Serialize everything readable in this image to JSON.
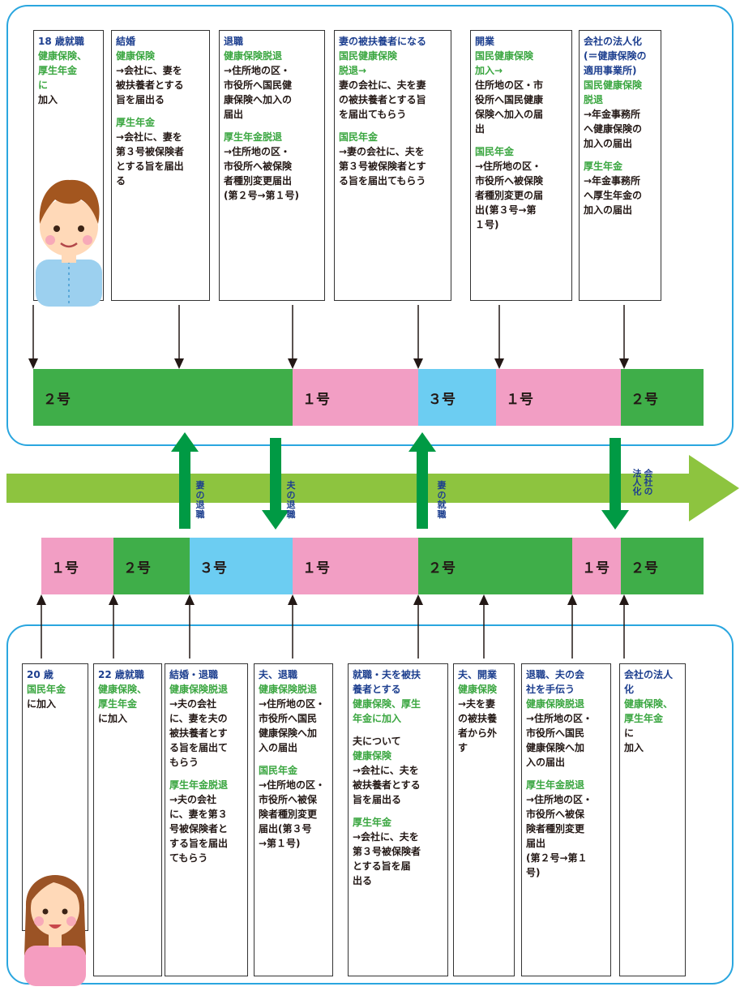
{
  "colors": {
    "go2": "#3fae49",
    "go1": "#f29ec4",
    "go3": "#6ccdf2",
    "band": "#8dc43f",
    "green_arrow": "#009a44",
    "panel_border": "#2aa6df",
    "title_blue": "#1d3f8f",
    "insurance_green": "#3aa640"
  },
  "husband": {
    "cards": [
      [
        {
          "s": "t",
          "v": "18 歳就職"
        },
        {
          "s": "g",
          "v": "健康保険、\n厚生年金\nに"
        },
        {
          "s": "n",
          "v": "加入"
        }
      ],
      [
        {
          "s": "t",
          "v": "結婚"
        },
        {
          "s": "g",
          "v": "健康保険"
        },
        {
          "s": "n",
          "v": "→会社に、妻を\n被扶養者とする\n旨を届出る"
        },
        {
          "s": "gap",
          "v": ""
        },
        {
          "s": "g",
          "v": "厚生年金"
        },
        {
          "s": "n",
          "v": "→会社に、妻を\n第３号被保険者\nとする旨を届出\nる"
        }
      ],
      [
        {
          "s": "t",
          "v": "退職"
        },
        {
          "s": "g",
          "v": "健康保険脱退"
        },
        {
          "s": "n",
          "v": "→住所地の区・\n市役所へ国民健\n康保険へ加入の\n届出"
        },
        {
          "s": "gap",
          "v": ""
        },
        {
          "s": "g",
          "v": "厚生年金脱退"
        },
        {
          "s": "n",
          "v": "→住所地の区・\n市役所へ被保険\n者種別変更届出\n(第２号→第１号)"
        }
      ],
      [
        {
          "s": "t",
          "v": "妻の被扶養者になる"
        },
        {
          "s": "g",
          "v": "国民健康保険\n脱退→"
        },
        {
          "s": "n",
          "v": "妻の会社に、夫を妻\nの被扶養者とする旨\nを届出てもらう"
        },
        {
          "s": "gap",
          "v": ""
        },
        {
          "s": "g",
          "v": "国民年金"
        },
        {
          "s": "n",
          "v": "→妻の会社に、夫を\n第３号被保険者とす\nる旨を届出てもらう"
        }
      ],
      [
        {
          "s": "t",
          "v": "開業"
        },
        {
          "s": "g",
          "v": "国民健康保険\n加入→"
        },
        {
          "s": "n",
          "v": "住所地の区・市\n役所へ国民健康\n保険へ加入の届\n出"
        },
        {
          "s": "gap",
          "v": ""
        },
        {
          "s": "g",
          "v": "国民年金"
        },
        {
          "s": "n",
          "v": "→住所地の区・\n市役所へ被保険\n者種別変更の届\n出(第３号→第\n１号)"
        }
      ],
      [
        {
          "s": "t",
          "v": "会社の法人化\n(＝健康保険の\n適用事業所)"
        },
        {
          "s": "g",
          "v": "国民健康保険\n脱退"
        },
        {
          "s": "n",
          "v": "→年金事務所\nへ健康保険の\n加入の届出"
        },
        {
          "s": "gap",
          "v": ""
        },
        {
          "s": "g",
          "v": "厚生年金"
        },
        {
          "s": "n",
          "v": "→年金事務所\nへ厚生年金の\n加入の届出"
        }
      ]
    ],
    "segments": [
      {
        "label": "２号",
        "type": "go2"
      },
      {
        "label": "１号",
        "type": "go1"
      },
      {
        "label": "３号",
        "type": "go3"
      },
      {
        "label": "１号",
        "type": "go1"
      },
      {
        "label": "２号",
        "type": "go2"
      }
    ]
  },
  "wife": {
    "cards": [
      [
        {
          "s": "t",
          "v": "20 歳"
        },
        {
          "s": "g",
          "v": "国民年金"
        },
        {
          "s": "n",
          "v": "に加入"
        }
      ],
      [
        {
          "s": "t",
          "v": "22 歳就職"
        },
        {
          "s": "g",
          "v": "健康保険、\n厚生年金"
        },
        {
          "s": "n",
          "v": "に加入"
        }
      ],
      [
        {
          "s": "t",
          "v": "結婚・退職"
        },
        {
          "s": "g",
          "v": "健康保険脱退"
        },
        {
          "s": "n",
          "v": "→夫の会社\nに、妻を夫の\n被扶養者とす\nる旨を届出て\nもらう"
        },
        {
          "s": "gap",
          "v": ""
        },
        {
          "s": "g",
          "v": "厚生年金脱退"
        },
        {
          "s": "n",
          "v": "→夫の会社\nに、妻を第３\n号被保険者と\nする旨を届出\nてもらう"
        }
      ],
      [
        {
          "s": "t",
          "v": "夫、退職"
        },
        {
          "s": "g",
          "v": "健康保険脱退"
        },
        {
          "s": "n",
          "v": "→住所地の区・\n市役所へ国民\n健康保険へ加\n入の届出"
        },
        {
          "s": "gap",
          "v": ""
        },
        {
          "s": "g",
          "v": "国民年金"
        },
        {
          "s": "n",
          "v": "→住所地の区・\n市役所へ被保\n険者種別変更\n届出(第３号\n→第１号)"
        }
      ],
      [
        {
          "s": "t",
          "v": "就職・夫を被扶\n養者とする"
        },
        {
          "s": "g",
          "v": "健康保険、厚生\n年金に加入"
        },
        {
          "s": "gap",
          "v": ""
        },
        {
          "s": "n",
          "v": "夫について"
        },
        {
          "s": "g",
          "v": "健康保険"
        },
        {
          "s": "n",
          "v": "→会社に、夫を\n被扶養者とする\n旨を届出る"
        },
        {
          "s": "gap",
          "v": ""
        },
        {
          "s": "g",
          "v": "厚生年金"
        },
        {
          "s": "n",
          "v": "→会社に、夫を\n第３号被保険者\nとする旨を届\n出る"
        }
      ],
      [
        {
          "s": "t",
          "v": "夫、開業"
        },
        {
          "s": "g",
          "v": "健康保険"
        },
        {
          "s": "n",
          "v": "→夫を妻\nの被扶養\n者から外\nす"
        }
      ],
      [
        {
          "s": "t",
          "v": "退職、夫の会\n社を手伝う"
        },
        {
          "s": "g",
          "v": "健康保険脱退"
        },
        {
          "s": "n",
          "v": "→住所地の区・\n市役所へ国民\n健康保険へ加\n入の届出"
        },
        {
          "s": "gap",
          "v": ""
        },
        {
          "s": "g",
          "v": "厚生年金脱退"
        },
        {
          "s": "n",
          "v": "→住所地の区・\n市役所へ被保\n険者種別変更\n届出\n(第２号→第１\n号)"
        }
      ],
      [
        {
          "s": "t",
          "v": "会社の法人化"
        },
        {
          "s": "g",
          "v": "健康保険、\n厚生年金"
        },
        {
          "s": "n",
          "v": "に\n加入"
        }
      ]
    ],
    "segments": [
      {
        "label": "１号",
        "type": "go1"
      },
      {
        "label": "２号",
        "type": "go2"
      },
      {
        "label": "３号",
        "type": "go3"
      },
      {
        "label": "１号",
        "type": "go1"
      },
      {
        "label": "２号",
        "type": "go2"
      },
      {
        "label": "１号",
        "type": "go1"
      },
      {
        "label": "２号",
        "type": "go2"
      }
    ]
  },
  "transitions": [
    {
      "label": "妻\nの\n退\n職",
      "direction": "up"
    },
    {
      "label": "夫\nの\n退\n職",
      "direction": "down"
    },
    {
      "label": "妻\nの\n就\n職",
      "direction": "up"
    },
    {
      "label": "会社の法人化",
      "direction": "down"
    }
  ]
}
